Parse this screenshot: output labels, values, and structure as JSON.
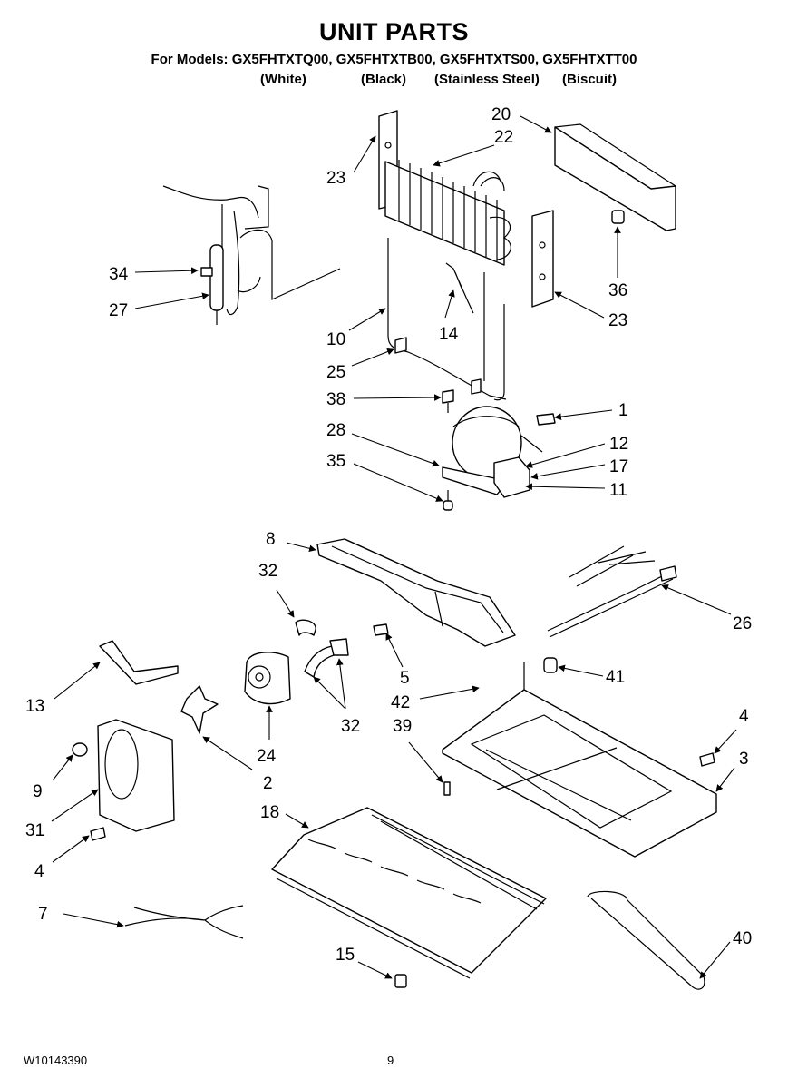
{
  "header": {
    "title": "UNIT PARTS",
    "models_line": "For Models: GX5FHTXTQ00, GX5FHTXTB00, GX5FHTXTS00, GX5FHTXTT00",
    "variants": [
      "(White)",
      "(Black)",
      "(Stainless Steel)",
      "(Biscuit)"
    ]
  },
  "callouts": [
    "20",
    "22",
    "23",
    "34",
    "27",
    "36",
    "23",
    "10",
    "14",
    "25",
    "38",
    "1",
    "28",
    "12",
    "35",
    "17",
    "11",
    "8",
    "32",
    "26",
    "41",
    "5",
    "42",
    "13",
    "32",
    "39",
    "4",
    "24",
    "3",
    "9",
    "2",
    "31",
    "18",
    "4",
    "7",
    "40",
    "15"
  ],
  "footer": {
    "doc_number": "W10143390",
    "page_number": "9"
  }
}
